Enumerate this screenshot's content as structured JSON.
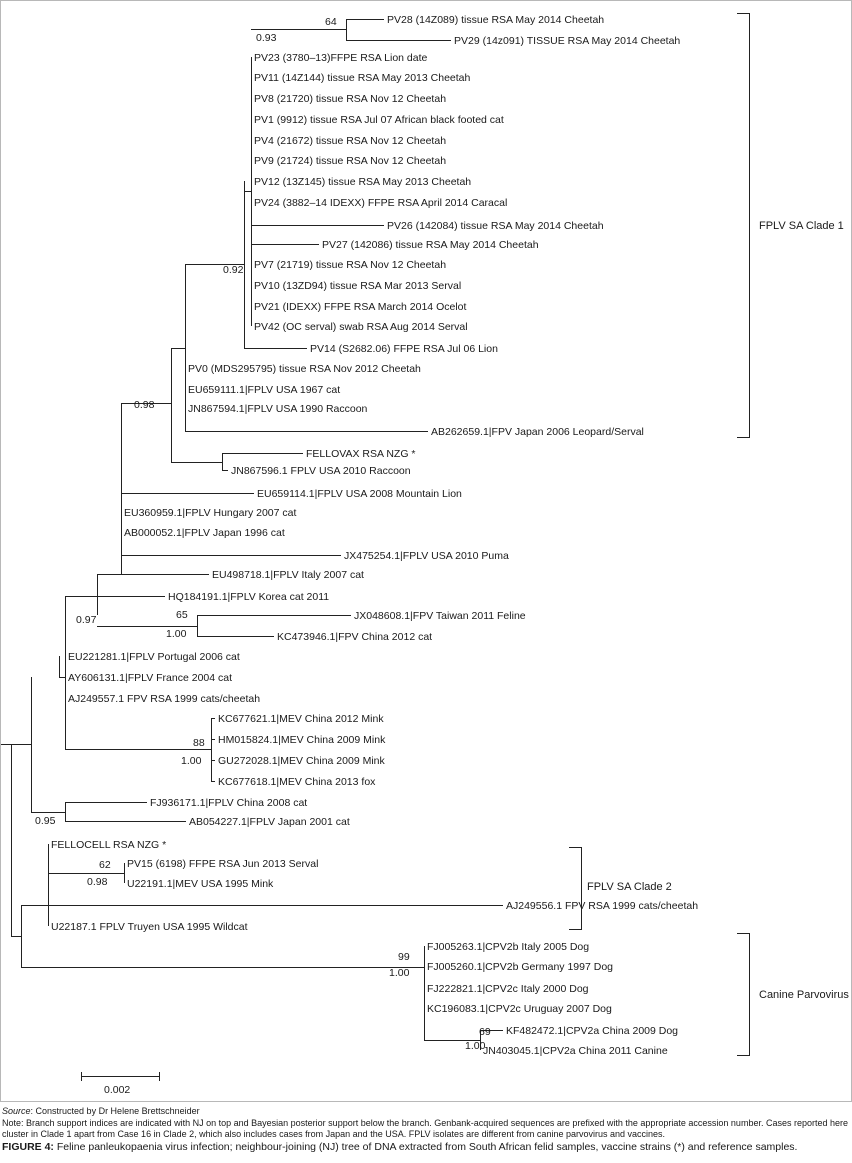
{
  "tips": [
    {
      "label": "PV28 (14Z089) tissue RSA May 2014 Cheetah"
    },
    {
      "label": "PV29 (14z091) TISSUE RSA May 2014 Cheetah"
    },
    {
      "label": "PV23 (3780–13)FFPE RSA Lion date"
    },
    {
      "label": "PV11 (14Z144) tissue RSA May 2013 Cheetah"
    },
    {
      "label": "PV8 (21720) tissue RSA Nov 12 Cheetah"
    },
    {
      "label": "PV1 (9912) tissue RSA Jul 07 African black footed cat"
    },
    {
      "label": "PV4 (21672) tissue RSA Nov 12 Cheetah"
    },
    {
      "label": "PV9 (21724) tissue RSA Nov 12 Cheetah"
    },
    {
      "label": "PV12 (13Z145) tissue RSA May 2013 Cheetah"
    },
    {
      "label": "PV24 (3882–14 IDEXX) FFPE RSA April 2014 Caracal"
    },
    {
      "label": "PV26 (142084) tissue RSA May 2014 Cheetah"
    },
    {
      "label": "PV27 (142086) tissue RSA May 2014 Cheetah"
    },
    {
      "label": "PV7 (21719) tissue RSA Nov 12 Cheetah"
    },
    {
      "label": "PV10 (13ZD94) tissue RSA Mar 2013 Serval"
    },
    {
      "label": "PV21 (IDEXX) FFPE RSA March 2014 Ocelot"
    },
    {
      "label": "PV42 (OC serval) swab RSA Aug 2014 Serval"
    },
    {
      "label": "PV14 (S2682.06) FFPE RSA Jul 06 Lion"
    },
    {
      "label": "PV0 (MDS295795) tissue RSA Nov 2012 Cheetah"
    },
    {
      "label": "EU659111.1|FPLV USA 1967 cat"
    },
    {
      "label": "JN867594.1|FPLV USA 1990 Raccoon"
    },
    {
      "label": "AB262659.1|FPV Japan 2006 Leopard/Serval"
    },
    {
      "label": "FELLOVAX RSA NZG *"
    },
    {
      "label": "JN867596.1 FPLV USA 2010 Raccoon"
    },
    {
      "label": "EU659114.1|FPLV USA 2008 Mountain Lion"
    },
    {
      "label": "EU360959.1|FPLV Hungary 2007 cat"
    },
    {
      "label": "AB000052.1|FPLV Japan 1996 cat"
    },
    {
      "label": "JX475254.1|FPLV USA 2010 Puma"
    },
    {
      "label": "EU498718.1|FPLV Italy 2007 cat"
    },
    {
      "label": "HQ184191.1|FPLV Korea cat 2011"
    },
    {
      "label": "JX048608.1|FPV Taiwan 2011 Feline"
    },
    {
      "label": "KC473946.1|FPV China 2012 cat"
    },
    {
      "label": "EU221281.1|FPLV Portugal 2006 cat"
    },
    {
      "label": "AY606131.1|FPLV France 2004 cat"
    },
    {
      "label": "AJ249557.1 FPV RSA 1999 cats/cheetah"
    },
    {
      "label": "KC677621.1|MEV China 2012 Mink"
    },
    {
      "label": "HM015824.1|MEV China 2009 Mink"
    },
    {
      "label": "GU272028.1|MEV China 2009 Mink"
    },
    {
      "label": "KC677618.1|MEV China 2013 fox"
    },
    {
      "label": "FJ936171.1|FPLV China 2008 cat"
    },
    {
      "label": "AB054227.1|FPLV Japan 2001 cat"
    },
    {
      "label": "FELLOCELL RSA NZG *"
    },
    {
      "label": "PV15 (6198) FFPE RSA Jun 2013 Serval"
    },
    {
      "label": "U22191.1|MEV USA 1995 Mink"
    },
    {
      "label": "AJ249556.1 FPV RSA 1999 cats/cheetah"
    },
    {
      "label": "U22187.1 FPLV Truyen USA 1995 Wildcat"
    },
    {
      "label": "FJ005263.1|CPV2b Italy 2005 Dog"
    },
    {
      "label": "FJ005260.1|CPV2b Germany 1997 Dog"
    },
    {
      "label": "FJ222821.1|CPV2c Italy 2000 Dog"
    },
    {
      "label": "KC196083.1|CPV2c Uruguay 2007 Dog"
    },
    {
      "label": "KF482472.1|CPV2a China 2009 Dog"
    },
    {
      "label": "JN403045.1|CPV2a China 2011 Canine"
    }
  ],
  "support": [
    {
      "value": "64"
    },
    {
      "value": "0.93"
    },
    {
      "value": "0.92"
    },
    {
      "value": "0.98"
    },
    {
      "value": "65"
    },
    {
      "value": "1.00"
    },
    {
      "value": "0.97"
    },
    {
      "value": "88"
    },
    {
      "value": "1.00"
    },
    {
      "value": "0.95"
    },
    {
      "value": "62"
    },
    {
      "value": "0.98"
    },
    {
      "value": "99"
    },
    {
      "value": "1.00"
    },
    {
      "value": "69"
    },
    {
      "value": "1.00"
    }
  ],
  "clades": [
    {
      "label": "FPLV SA Clade 1"
    },
    {
      "label": "FPLV SA Clade 2"
    },
    {
      "label": "Canine Parvovirus"
    }
  ],
  "scale_bar": {
    "label": "0.002"
  },
  "caption": {
    "source_label": "Source",
    "source_text": ": Constructed by Dr Helene Brettschneider",
    "note": "Note: Branch support indices are indicated with NJ on top and Bayesian posterior support below the branch. Genbank-acquired sequences are prefixed with the appropriate accession number. Cases reported here cluster in Clade 1 apart from Case 16 in Clade 2, which also includes cases from Japan and the USA. FPLV isolates are different from canine parvovirus and vaccines.",
    "figure_label": "FIGURE 4:",
    "figure_text": " Feline panleukopaenia virus infection; neighbour-joining (NJ) tree of DNA extracted from South African felid samples, vaccine strains (*) and reference samples."
  }
}
